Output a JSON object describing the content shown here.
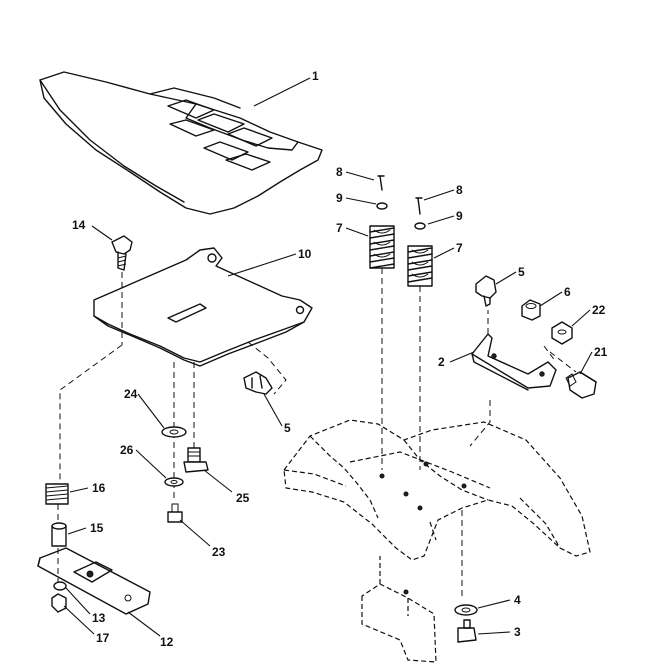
{
  "diagram": {
    "top_strip_text": "",
    "callouts": {
      "seat": "1",
      "seat_bracket": "2",
      "bolt": "3",
      "washer": "4",
      "knob_upper": "5",
      "knob_lower": "5",
      "nut_right": "6",
      "spring_left": "7",
      "spring_right": "7",
      "pin_left": "8",
      "pin_right": "8",
      "washer_small_left": "9",
      "washer_small_right": "9",
      "seat_pan": "10",
      "slide_plate": "12",
      "clip": "13",
      "knob_top": "14",
      "bushing": "15",
      "spring_small": "16",
      "retainer": "17",
      "bolt_adjust": "21",
      "nut_flange": "22",
      "bolt_shoulder": "23",
      "washer_flat": "24",
      "bolt_carriage": "25",
      "washer_lock": "26"
    }
  }
}
